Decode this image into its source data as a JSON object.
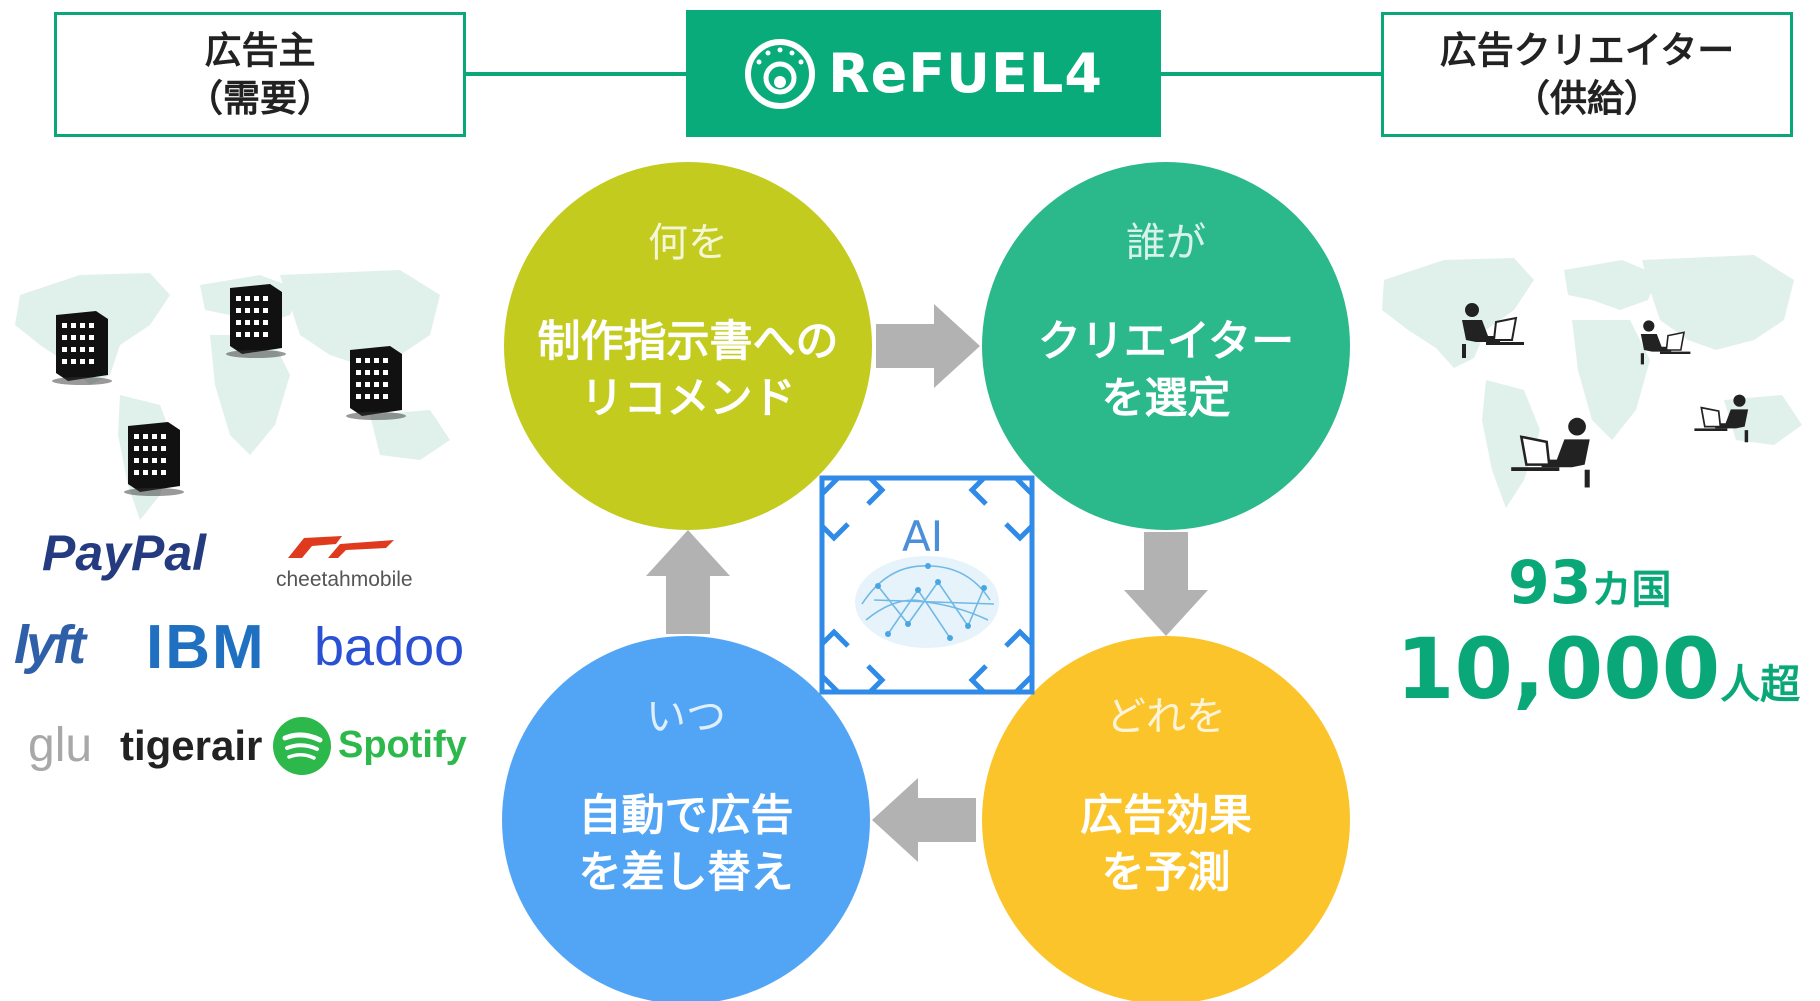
{
  "header": {
    "left_line1": "広告主",
    "left_line2": "（需要）",
    "brand": "ReFUEL4",
    "right_line1": "広告クリエイター",
    "right_line2": "（供給）"
  },
  "cycle": {
    "top_left": {
      "question": "何を",
      "answer_line1": "制作指示書への",
      "answer_line2": "リコメンド"
    },
    "top_right": {
      "question": "誰が",
      "answer_line1": "クリエイター",
      "answer_line2": "を選定"
    },
    "bottom_right": {
      "question": "どれを",
      "answer_line1": "広告効果",
      "answer_line2": "を予測"
    },
    "bottom_left": {
      "question": "いつ",
      "answer_line1": "自動で広告",
      "answer_line2": "を差し替え"
    },
    "center_label": "AI"
  },
  "logos": {
    "paypal": "PayPal",
    "cheetah": "cheetahmobile",
    "lyft": "lyft",
    "ibm": "IBM",
    "badoo": "badoo",
    "glu": "glu",
    "tigerair": "tigerair",
    "spotify": "Spotify"
  },
  "stats": {
    "countries_value": "93",
    "countries_unit": "カ国",
    "creators_value": "10,000",
    "creators_unit": "人超"
  },
  "colors": {
    "green": "#0aa878",
    "lime": "#c2cb1e",
    "teal": "#2bb88a",
    "yellow": "#fbc42b",
    "blue": "#52a5f5",
    "arrow_gray": "#b2b2b2",
    "map": "#e0f0ea"
  }
}
